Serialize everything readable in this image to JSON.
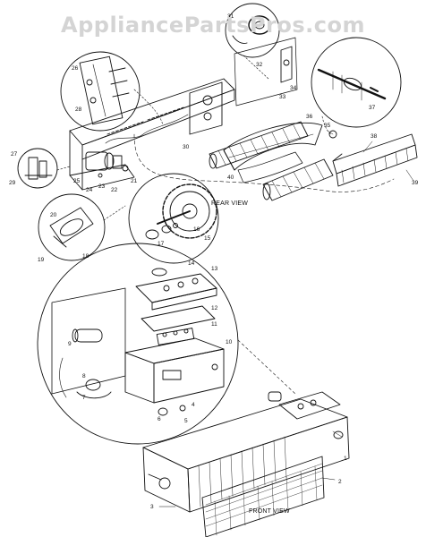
{
  "watermark": "AppliancePartsPros.com",
  "views": {
    "rear": "REAR VIEW",
    "front": "FRONT VIEW"
  },
  "callouts": [
    "1",
    "2",
    "3",
    "4",
    "5",
    "6",
    "7",
    "8",
    "9",
    "10",
    "11",
    "12",
    "13",
    "14",
    "15",
    "16",
    "17",
    "18",
    "19",
    "20",
    "21",
    "22",
    "23",
    "24",
    "25",
    "26",
    "27",
    "28",
    "29",
    "30",
    "31",
    "32",
    "33",
    "34",
    "35",
    "36",
    "37",
    "38",
    "39",
    "40"
  ]
}
